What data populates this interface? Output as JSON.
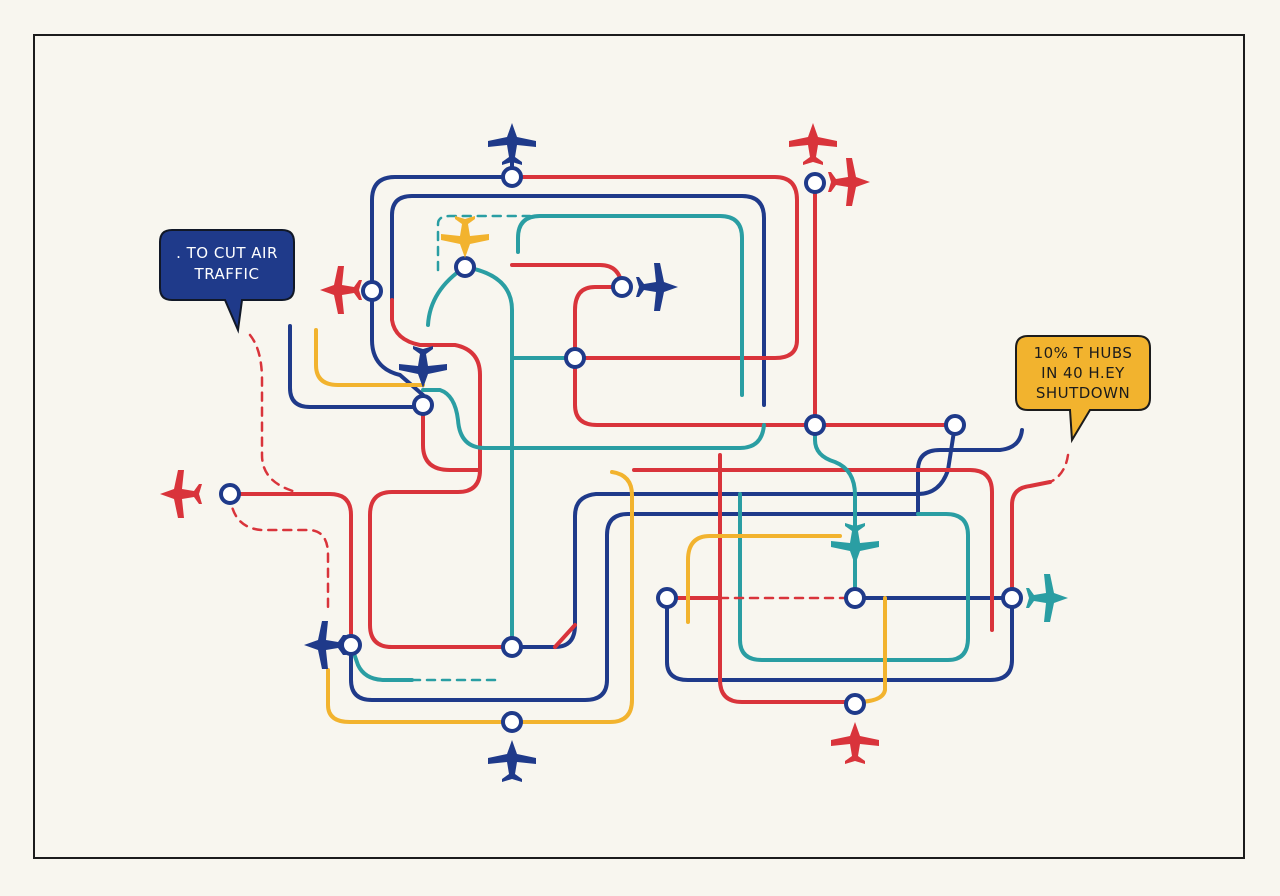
{
  "diagram": {
    "colors": {
      "navy": "#1f3a8a",
      "red": "#d9343b",
      "teal": "#2a9ea3",
      "yellow": "#f2b32e",
      "background": "#f8f6ef"
    },
    "callouts": [
      {
        "id": "left",
        "lines": [
          ". TO CUT AIR",
          "TRAFFIC"
        ],
        "fill": "#1f3a8a",
        "text_color": "#ffffff"
      },
      {
        "id": "right",
        "lines": [
          "10% T HUBS",
          "IN 40 H.EY",
          "SHUTDOWN"
        ],
        "fill": "#f2b32e",
        "text_color": "#1c1c1c"
      }
    ],
    "icons": [
      "airplane-icon",
      "airport-hub-icon"
    ]
  }
}
